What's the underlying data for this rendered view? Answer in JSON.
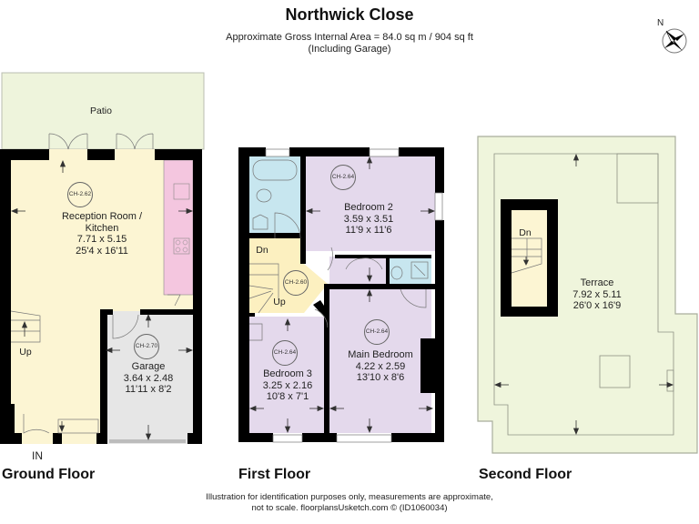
{
  "header": {
    "title": "Northwick Close",
    "area_line": "Approximate Gross Internal Area = 84.0 sq m / 904 sq ft",
    "area_note": "(Including Garage)"
  },
  "compass": {
    "label": "N"
  },
  "colors": {
    "wall": "#000000",
    "reception": "#fcf5d3",
    "kitchen_units": "#f4c6df",
    "garage": "#e6e6e6",
    "patio": "#eef4dc",
    "bedroom": "#e4d9ec",
    "bathroom": "#c7e6ef",
    "landing": "#fcf0c0",
    "terrace": "#eff5dc"
  },
  "ground_floor": {
    "label": "Ground Floor",
    "patio": {
      "name": "Patio"
    },
    "reception": {
      "name_line1": "Reception Room /",
      "name_line2": "Kitchen",
      "metric": "7.71 x 5.15",
      "imperial": "25'4 x 16'11",
      "ceiling": "CH-2.62"
    },
    "garage": {
      "name": "Garage",
      "metric": "3.64 x 2.48",
      "imperial": "11'11 x 8'2",
      "ceiling": "CH-2.70"
    },
    "stairs_label": "Up",
    "entrance_label": "IN"
  },
  "first_floor": {
    "label": "First Floor",
    "bedroom2": {
      "name": "Bedroom 2",
      "metric": "3.59 x 3.51",
      "imperial": "11'9 x 11'6",
      "ceiling": "CH-2.64"
    },
    "bedroom3": {
      "name": "Bedroom 3",
      "metric": "3.25 x 2.16",
      "imperial": "10'8 x 7'1",
      "ceiling": "CH-2.64"
    },
    "main_bedroom": {
      "name": "Main Bedroom",
      "metric": "4.22 x 2.59",
      "imperial": "13'10 x 8'6",
      "ceiling": "CH-2.64"
    },
    "landing": {
      "ceiling": "CH-2.60",
      "down_label": "Dn",
      "up_label": "Up"
    }
  },
  "second_floor": {
    "label": "Second Floor",
    "terrace": {
      "name": "Terrace",
      "metric": "7.92 x 5.11",
      "imperial": "26'0 x 16'9"
    },
    "stairs_label": "Dn"
  },
  "footer": {
    "line1": "Illustration for identification purposes only, measurements are approximate,",
    "line2": "not to scale. floorplansUsketch.com © (ID1060034)"
  }
}
